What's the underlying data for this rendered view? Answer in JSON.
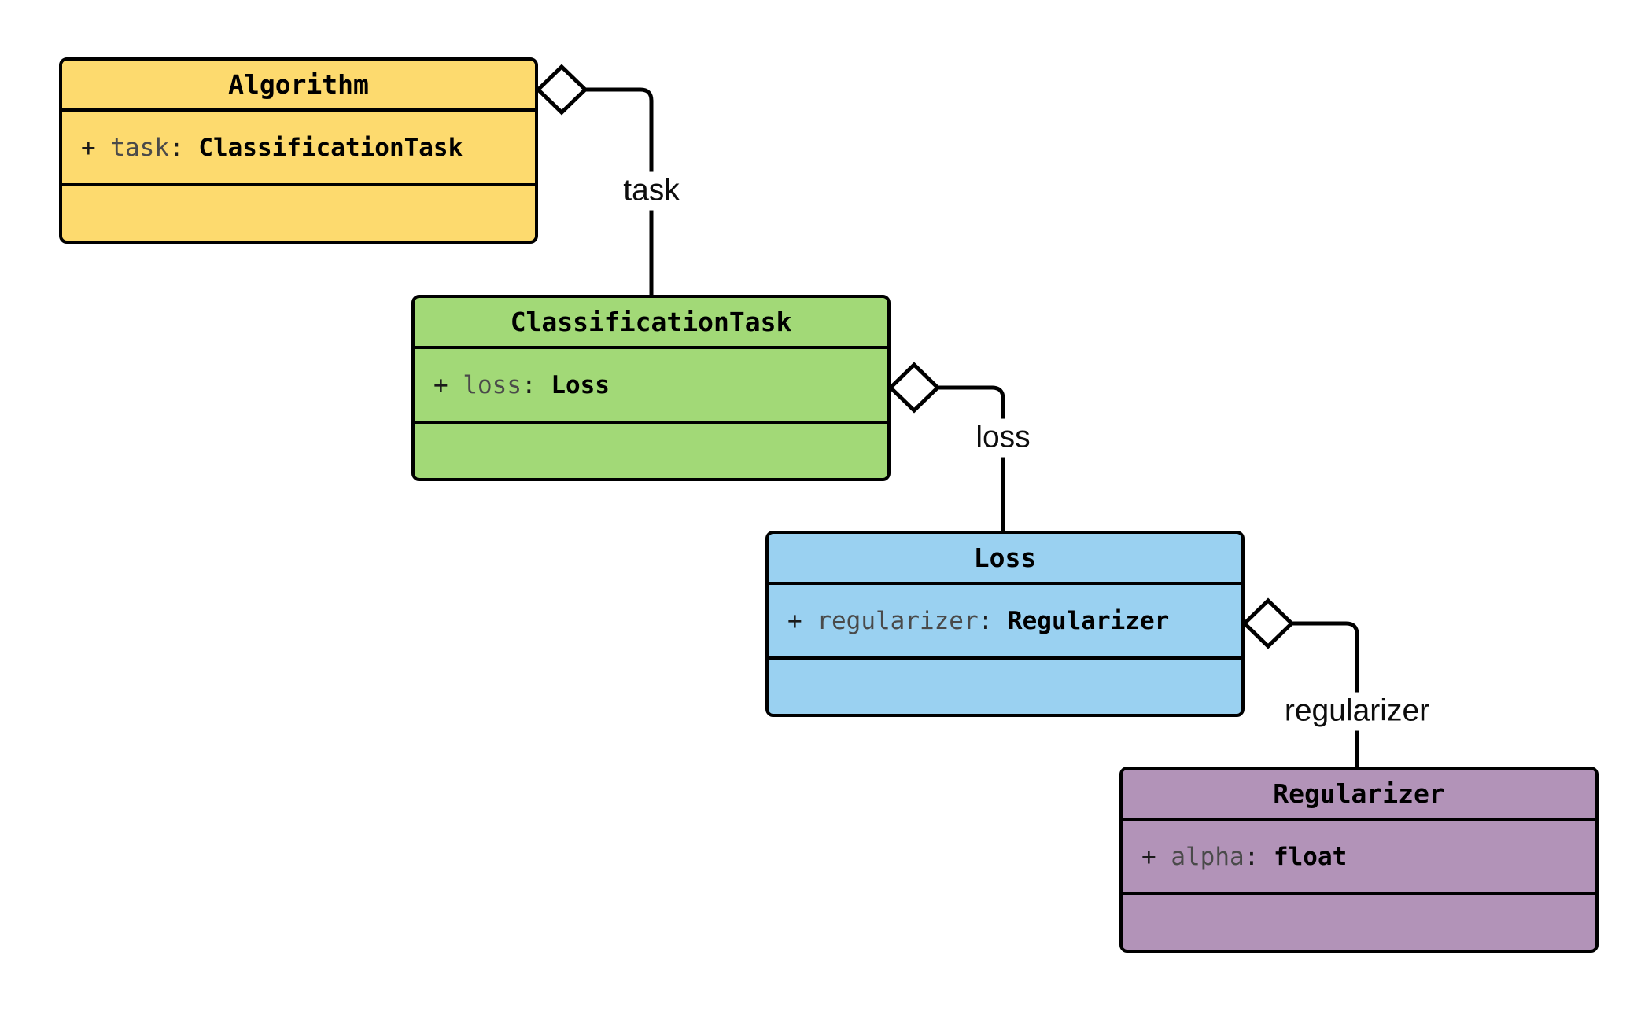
{
  "diagram": {
    "type": "uml-class-diagram",
    "background": "#ffffff",
    "line_color": "#000000",
    "diamond_fill": "#ffffff",
    "classes": [
      {
        "name": "Algorithm",
        "fill": "#FDDA6E",
        "attributes": [
          {
            "visibility": "+ ",
            "name": "task",
            "separator": ": ",
            "type": "ClassificationTask"
          }
        ],
        "methods": []
      },
      {
        "name": "ClassificationTask",
        "fill": "#A2D977",
        "attributes": [
          {
            "visibility": "+ ",
            "name": "loss",
            "separator": ": ",
            "type": "Loss"
          }
        ],
        "methods": []
      },
      {
        "name": "Loss",
        "fill": "#9AD1F1",
        "attributes": [
          {
            "visibility": "+ ",
            "name": "regularizer",
            "separator": ": ",
            "type": "Regularizer"
          }
        ],
        "methods": []
      },
      {
        "name": "Regularizer",
        "fill": "#B293B8",
        "attributes": [
          {
            "visibility": "+ ",
            "name": "alpha",
            "separator": ": ",
            "type": "float"
          }
        ],
        "methods": []
      }
    ],
    "relations": [
      {
        "kind": "aggregation",
        "from": "Algorithm",
        "to": "ClassificationTask",
        "label": "task"
      },
      {
        "kind": "aggregation",
        "from": "ClassificationTask",
        "to": "Loss",
        "label": "loss"
      },
      {
        "kind": "aggregation",
        "from": "Loss",
        "to": "Regularizer",
        "label": "regularizer"
      }
    ]
  }
}
